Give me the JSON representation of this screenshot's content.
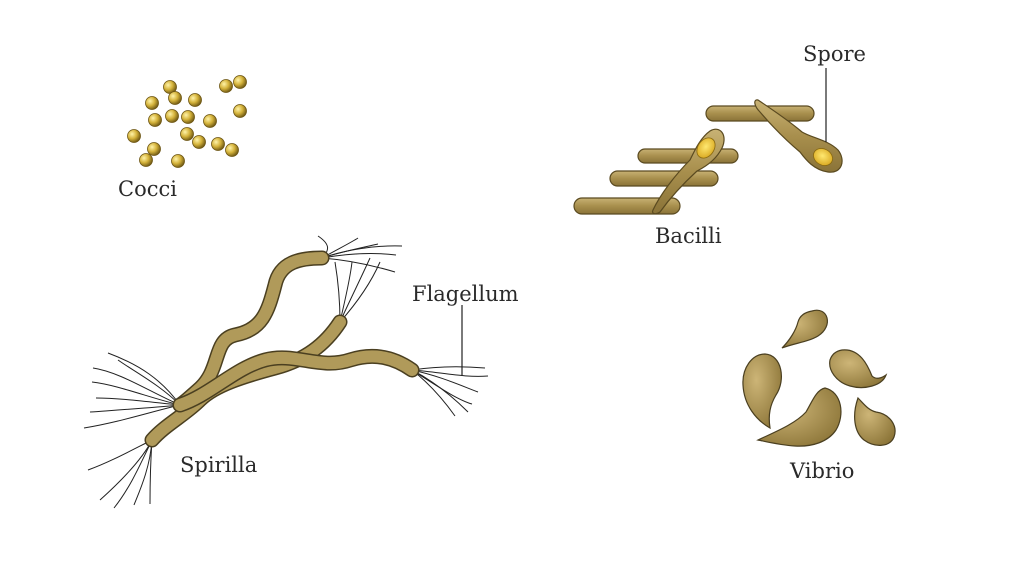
{
  "labels": {
    "cocci": "Cocci",
    "bacilli": "Bacilli",
    "spore": "Spore",
    "spirilla": "Spirilla",
    "flagellum": "Flagellum",
    "vibrio": "Vibrio"
  },
  "colors": {
    "cell_body": "#b09a5a",
    "cell_outline": "#4a3f20",
    "spore": "#e8c43a",
    "coccus_highlight": "#fff3a8",
    "flagella_line": "#222222"
  }
}
